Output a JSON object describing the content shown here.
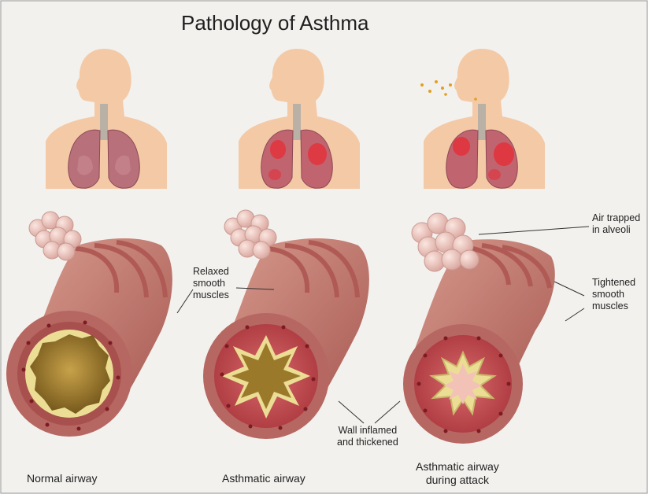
{
  "title": "Pathology of Asthma",
  "captions": {
    "normal": "Normal airway",
    "asthmatic": "Asthmatic airway",
    "attack_line1": "Asthmatic airway",
    "attack_line2": "during attack"
  },
  "labels": {
    "relaxed": [
      "Relaxed",
      "smooth",
      "muscles"
    ],
    "air_trapped": [
      "Air trapped",
      "in alveoli"
    ],
    "tightened": [
      "Tightened",
      "smooth",
      "muscles"
    ],
    "wall": [
      "Wall inflamed",
      "and thickened"
    ]
  },
  "colors": {
    "background": "#f3f1ee",
    "skin": "#f4c9a6",
    "lung": "#b8707a",
    "inflammation": "#e3303a",
    "airway_outer": "#b66761",
    "airway_ring": "#c98a80",
    "airway_lumen": "#8c6a22",
    "mucus": "#ecdd95",
    "dots": "#7b1b22"
  },
  "icons": [
    "human-silhouette",
    "lungs",
    "trachea",
    "alveoli-cluster",
    "airway-tube",
    "airway-cross-section",
    "particles"
  ]
}
